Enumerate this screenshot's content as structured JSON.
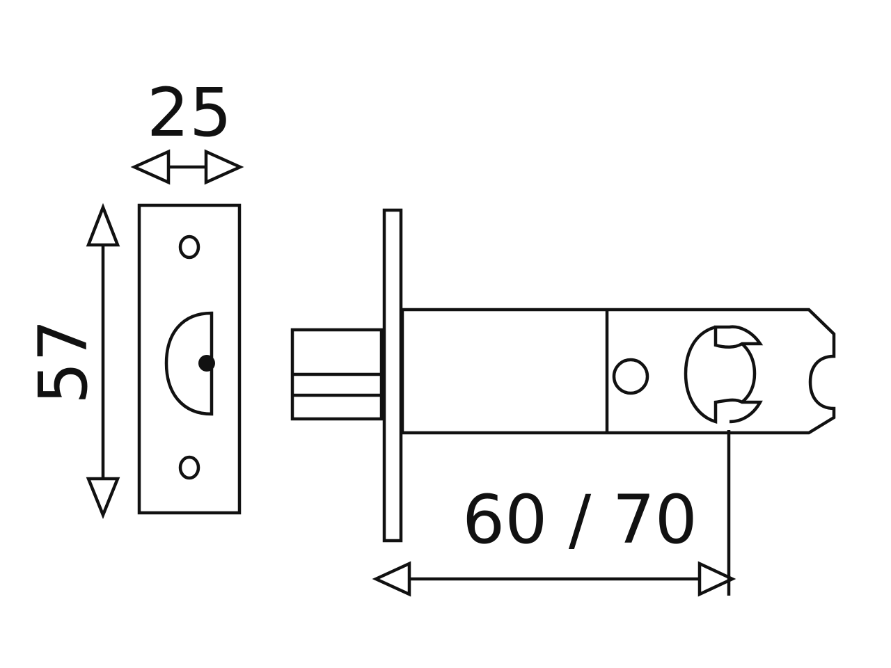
{
  "dimensions": {
    "faceplate_width": "25",
    "faceplate_height": "57",
    "backset": "60 / 70"
  },
  "colors": {
    "line": "#111111",
    "background": "#ffffff"
  }
}
